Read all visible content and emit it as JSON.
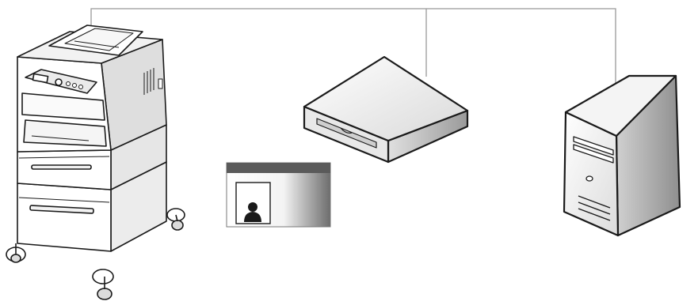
{
  "diagram": {
    "devices": [
      {
        "id": "printer",
        "icon": "printer-icon"
      },
      {
        "id": "id-card",
        "icon": "id-card-icon"
      },
      {
        "id": "card-reader",
        "icon": "card-reader-icon"
      },
      {
        "id": "server",
        "icon": "server-tower-icon"
      }
    ],
    "connections": [
      {
        "from": "printer",
        "to": "server"
      },
      {
        "from": "card-reader",
        "to": "network-line"
      }
    ],
    "colors": {
      "line": "#999999",
      "outline": "#1a1a1a",
      "card_header": "#5a5a5a"
    }
  }
}
